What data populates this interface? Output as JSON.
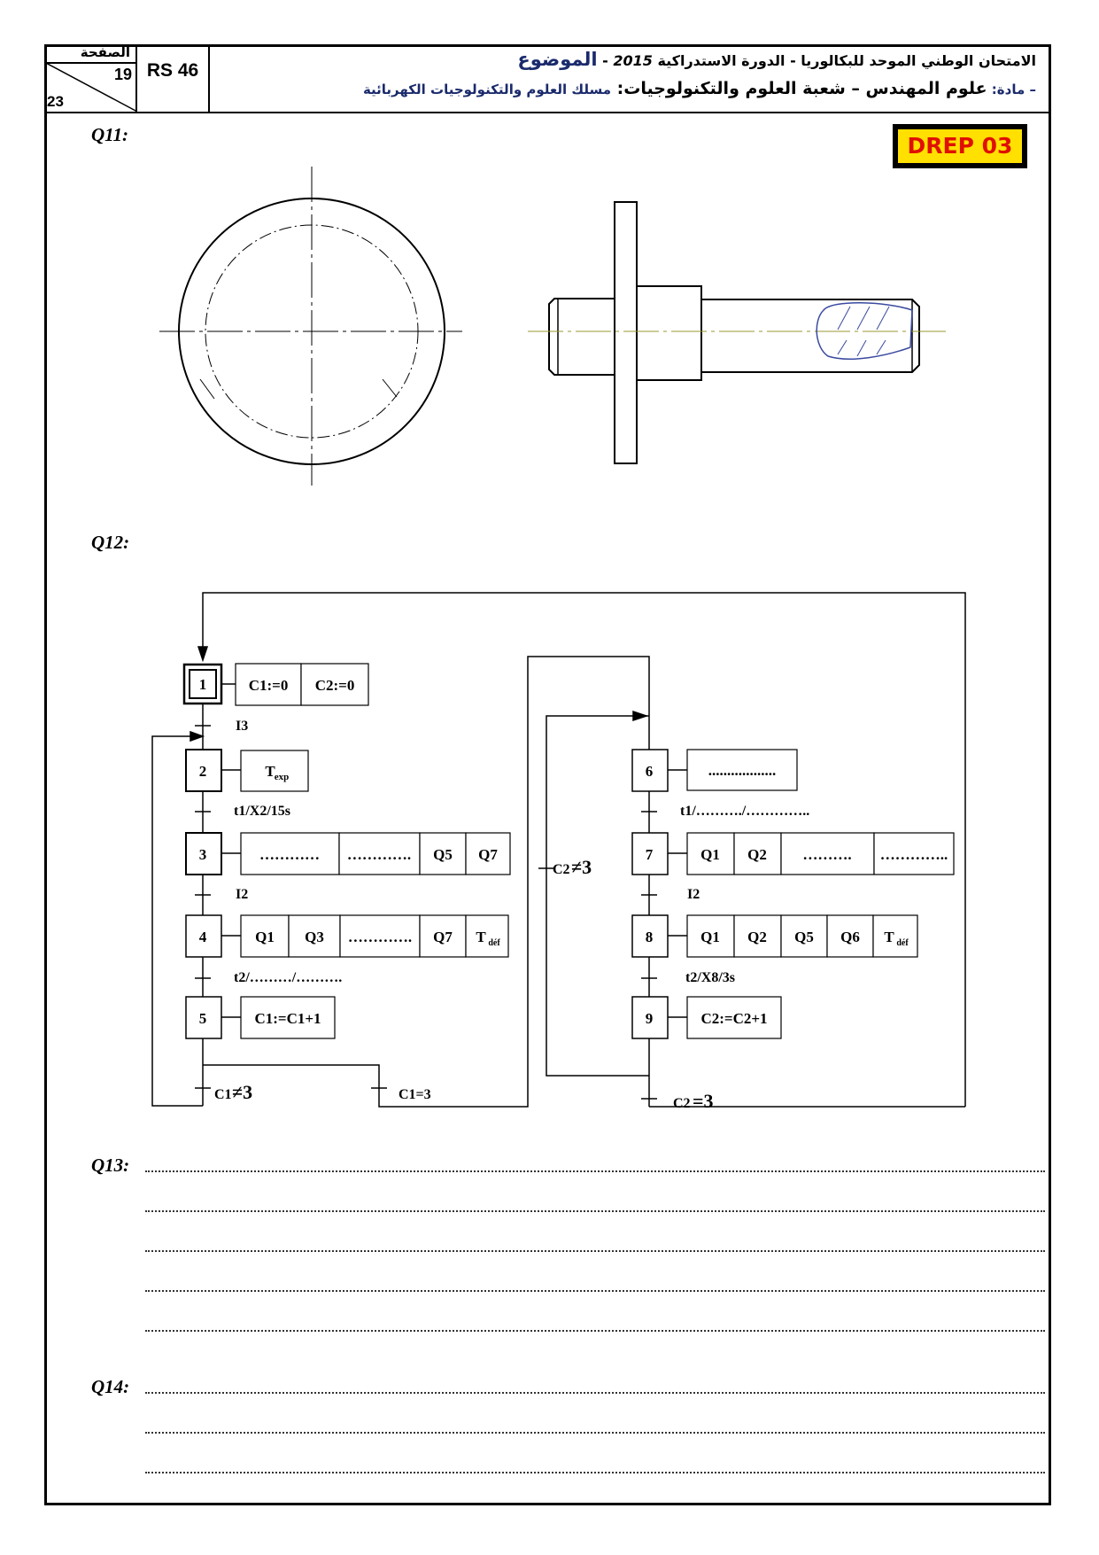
{
  "header": {
    "page_label": "الصفحة",
    "page_current": "19",
    "page_total": "23",
    "code": "RS 46",
    "line1_part1": "الامتحان الوطني الموحد للبكالوريا - الدورة الاستدراكية ",
    "line1_year": "2015",
    "line1_part2": " - ",
    "line1_subject_word": "الموضوع",
    "line2_prefix": "– مادة: ",
    "line2_subject": "علوم المهندس",
    "line2_mid": " – شعبة العلوم والتكنولوجيات: ",
    "line2_track": "مسلك العلوم والتكنولوجيات الكهربائية"
  },
  "drep_label": "DREP 03",
  "questions": {
    "q11": "Q11:",
    "q12": "Q12:",
    "q13": "Q13:",
    "q14": "Q14:"
  },
  "grafcet": {
    "steps": [
      "1",
      "2",
      "3",
      "4",
      "5",
      "6",
      "7",
      "8",
      "9"
    ],
    "actions": {
      "s1": [
        "C1:=0",
        "C2:=0"
      ],
      "s2": [
        "T",
        "exp"
      ],
      "s3": [
        "…………",
        "………….",
        "Q5",
        "Q7"
      ],
      "s4": [
        "Q1",
        "Q3",
        "………….",
        "Q7",
        "T",
        "déf"
      ],
      "s5": [
        "C1:=C1+1"
      ],
      "s6": [
        ".................."
      ],
      "s7": [
        "Q1",
        "Q2",
        "……….",
        "………….."
      ],
      "s8": [
        "Q1",
        "Q2",
        "Q5",
        "Q6",
        "T",
        "déf"
      ],
      "s9": [
        "C2:=C2+1"
      ]
    },
    "transitions": {
      "t12": "I3",
      "t23": "t1/X2/15s",
      "t34": "I2",
      "t45": "t2/………/……….",
      "t5a": "C1",
      "t5a_op": "≠3",
      "t5b": "C1=3",
      "t67": "t1/………./…………..",
      "t78": "I2",
      "t89": "t2/X8/3s",
      "t9a": "C2",
      "t9a_op": "≠3",
      "t9b": "C2",
      "t9b_op": "=3"
    }
  }
}
